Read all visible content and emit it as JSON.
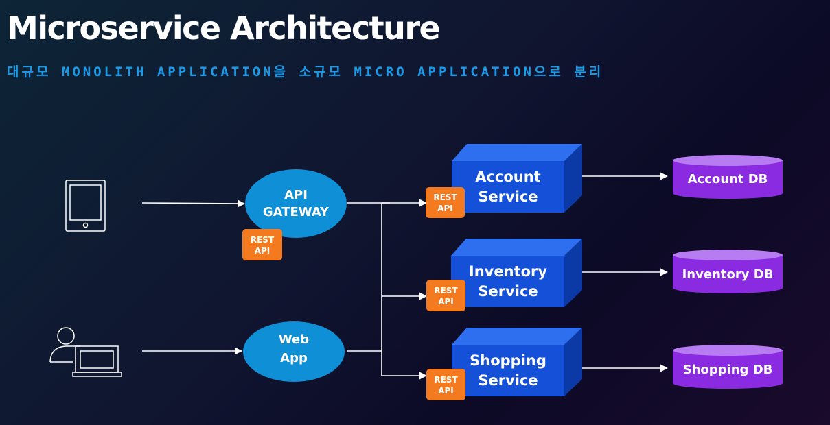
{
  "title": "Microservice Architecture",
  "subtitle": "대규모 MONOLITH APPLICATION을 소규모 MICRO APPLICATION으로 분리",
  "clients": [
    {
      "icon": "tablet-icon"
    },
    {
      "icon": "user-laptop-icon"
    }
  ],
  "gateway": {
    "line1": "API",
    "line2": "GATEWAY"
  },
  "webapp": {
    "line1": "Web",
    "line2": "App"
  },
  "rest_badge": {
    "line1": "REST",
    "line2": "API"
  },
  "services": [
    {
      "line1": "Account",
      "line2": "Service"
    },
    {
      "line1": "Inventory",
      "line2": "Service"
    },
    {
      "line1": "Shopping",
      "line2": "Service"
    }
  ],
  "databases": [
    {
      "label": "Account DB"
    },
    {
      "label": "Inventory DB"
    },
    {
      "label": "Shopping DB"
    }
  ],
  "colors": {
    "ellipse": "#0f8fd6",
    "rest_badge": "#f47a20",
    "service_front": "#1550d8",
    "service_top": "#2e6ff0",
    "service_side": "#0b3aa6",
    "db_body": "#8a2be2",
    "db_top": "#b77cf2",
    "subtitle": "#1a9be8"
  }
}
